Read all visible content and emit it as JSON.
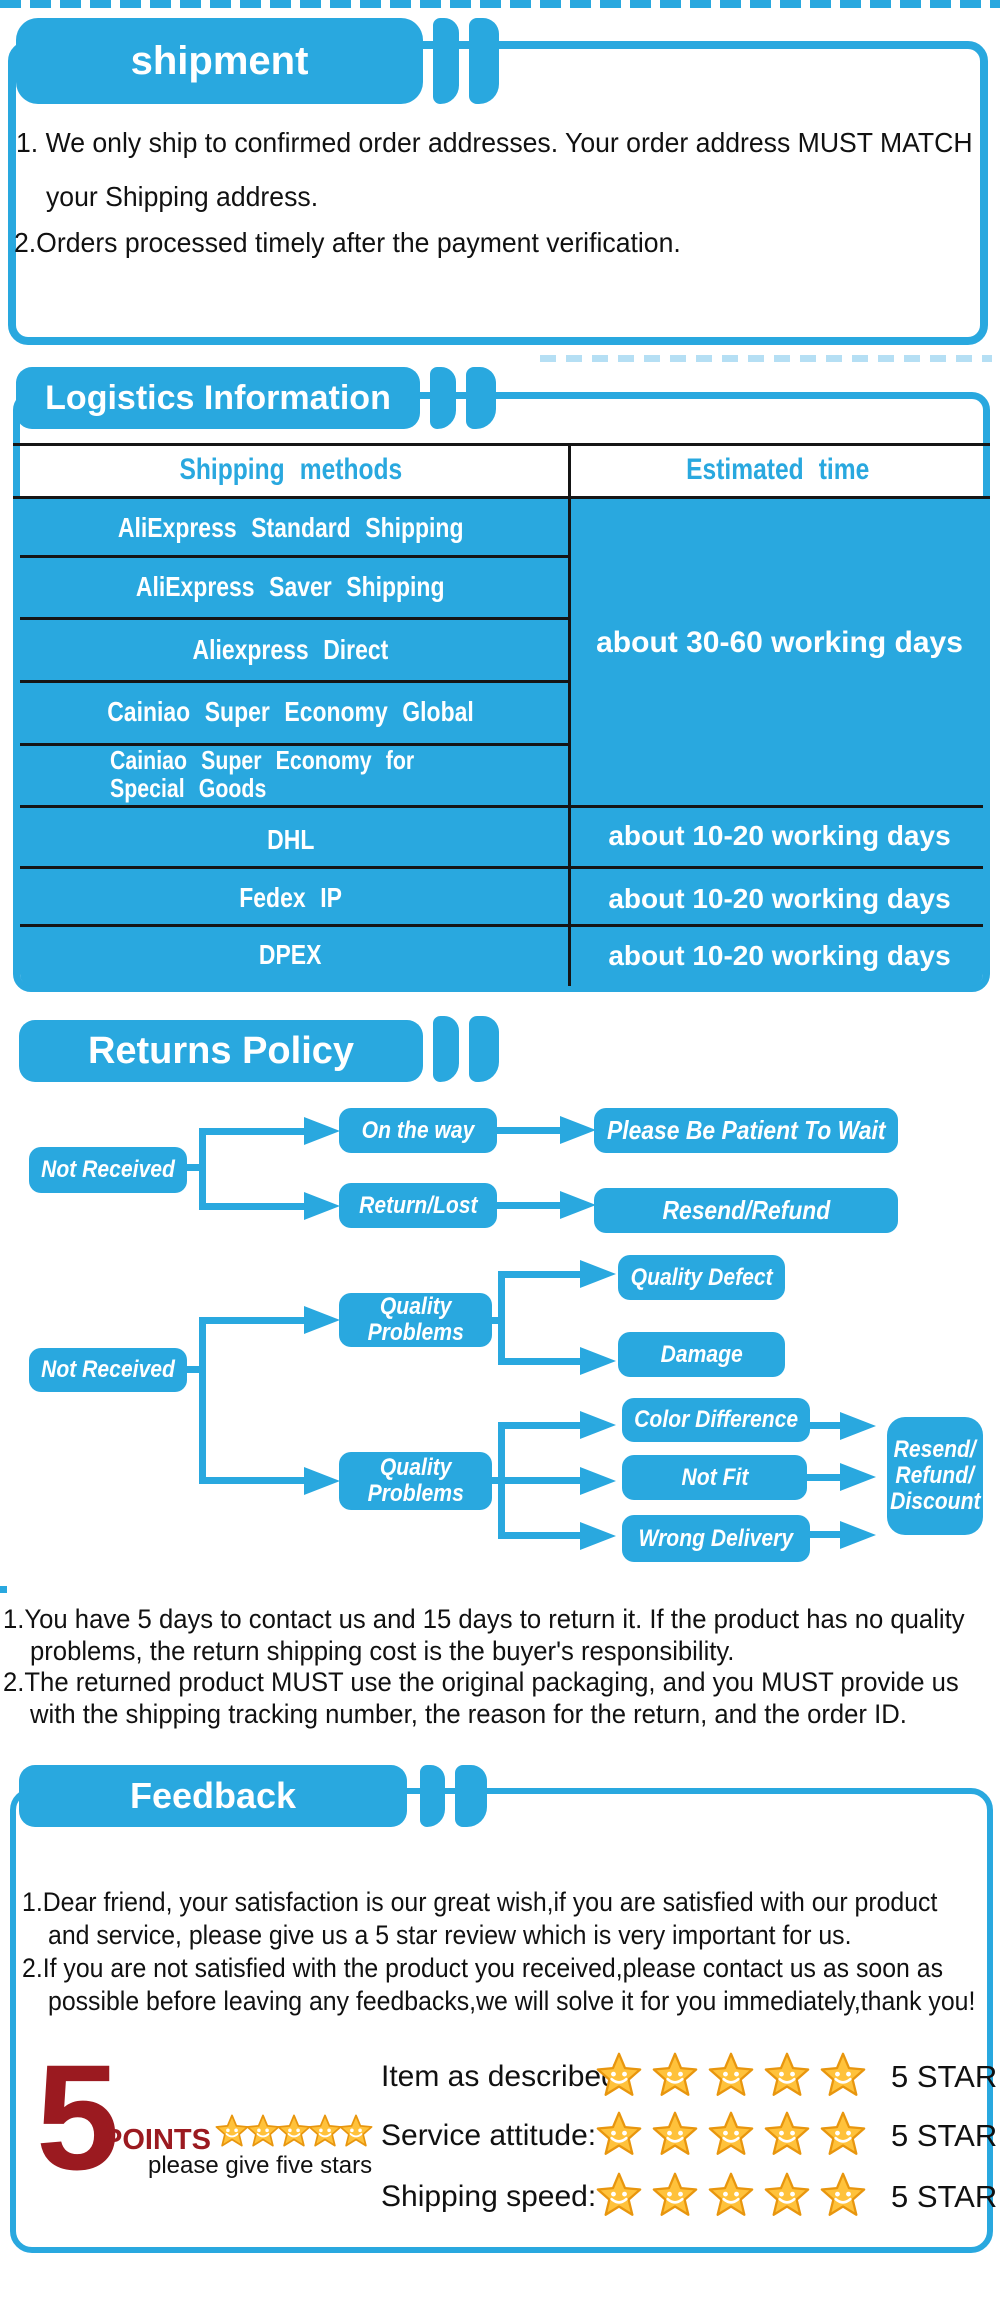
{
  "colors": {
    "blue": "#29A8DF",
    "dark_red": "#9B1A20",
    "gold": "#FFC23B",
    "black": "#111111"
  },
  "shipment": {
    "title": "shipment",
    "lines": [
      "1. We only ship to confirmed order addresses. Your order address MUST MATCH",
      "your Shipping address.",
      "2.Orders processed timely after the payment verification."
    ]
  },
  "logistics": {
    "title": "Logistics Information",
    "table": {
      "col_methods": "Shipping methods",
      "col_time": "Estimated time",
      "rows_single": [
        "AliExpress Standard Shipping",
        "AliExpress Saver Shipping",
        "Aliexpress Direct",
        "Cainiao Super Economy Global"
      ],
      "row_two_line": [
        "Cainiao Super Economy for",
        "Special Goods"
      ],
      "merged_time": "about 30-60 working days",
      "express_rows": [
        {
          "method": "DHL",
          "time": "about 10-20 working days"
        },
        {
          "method": "Fedex IP",
          "time": "about 10-20 working days"
        },
        {
          "method": "DPEX",
          "time": "about 10-20 working days"
        }
      ]
    }
  },
  "returns": {
    "title": "Returns Policy",
    "flow": {
      "not_received_1": "Not Received",
      "on_the_way": "On the way",
      "please_wait": "Please Be Patient To Wait",
      "return_lost": "Return/Lost",
      "resend_refund": "Resend/Refund",
      "not_received_2": "Not Received",
      "quality_problems_line1": "Quality",
      "quality_problems_line2": "Problems",
      "quality_defect": "Quality Defect",
      "damage": "Damage",
      "color_difference": "Color Difference",
      "not_fit": "Not Fit",
      "wrong_delivery": "Wrong Delivery",
      "outcome_line1": "Resend/",
      "outcome_line2": "Refund/",
      "outcome_line3": "Discount"
    },
    "notes": [
      "1.You have 5 days to contact us and 15 days to return it. If the product has no quality",
      "problems, the return shipping cost is the buyer's responsibility.",
      "2.The returned product MUST use the original packaging, and you MUST provide us",
      "with the shipping tracking number, the reason for the return, and the order ID."
    ]
  },
  "feedback": {
    "title": "Feedback",
    "lines": [
      "1.Dear friend, your satisfaction is our great wish,if you are satisfied with our product",
      "and service, please give us a 5 star review which is very important for us.",
      "2.If you are not satisfied with the product you received,please contact us as soon as",
      "possible before leaving any feedbacks,we will solve it for you immediately,thank you!"
    ],
    "points_number": "5",
    "points_label": "POINTS",
    "points_hint": "please give five stars",
    "ratings": [
      {
        "label": "Item as described:",
        "stars": 5,
        "value": "5 STAR"
      },
      {
        "label": "Service attitude:",
        "stars": 5,
        "value": "5 STAR"
      },
      {
        "label": "Shipping speed:",
        "stars": 5,
        "value": "5 STAR"
      }
    ]
  }
}
